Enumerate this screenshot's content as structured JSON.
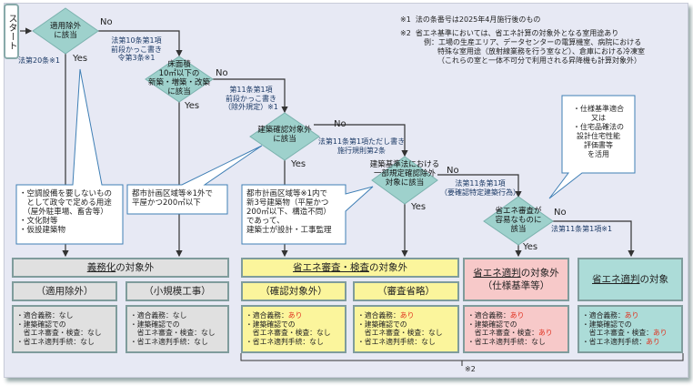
{
  "start": {
    "label": "スタート"
  },
  "notes": {
    "n1_mark": "※1",
    "n1_text": "法の条番号は2025年4月施行後のもの",
    "n2_mark": "※2",
    "n2_lines": [
      "省エネ基準においては、省エネ計算の対象外となる室用途あり",
      "例：工場の生産エリア、データセンターの電算機室、病院における",
      "特殊な室用途（放射線業務を行う室など）、倉庫における冷凍室",
      "（これらの室と一体不可分で利用される昇降機も計算対象外）"
    ]
  },
  "decisions": [
    {
      "lines": [
        "適用除外",
        "に該当"
      ],
      "yes": "Yes",
      "no": "No",
      "yes_ref": "法第20条※1",
      "no_ref": [
        "法第10条第1項",
        "前段かっこ書き",
        "令第3条※1"
      ]
    },
    {
      "lines": [
        "床面積",
        "10㎡以下の",
        "新築・増築・改築",
        "に該当"
      ],
      "yes": "Yes",
      "no": "No",
      "no_ref": [
        "第11条第1項",
        "前段かっこ書き",
        "（除外規定）※1"
      ]
    },
    {
      "lines": [
        "建築確認対象外",
        "に該当"
      ],
      "yes": "Yes",
      "no": "No",
      "no_ref": [
        "法第11条第1項ただし書き",
        "施行規則第2条"
      ]
    },
    {
      "lines": [
        "建築基準法における",
        "一部規定確認除外",
        "対象に該当"
      ],
      "yes": "Yes",
      "no": "No",
      "no_ref": [
        "法第11条第1項",
        "（要確認特定建築行為）"
      ]
    },
    {
      "lines": [
        "省エネ審査が",
        "容易なものに",
        "該当"
      ],
      "yes": "Yes",
      "no": "No",
      "no_ref": [
        "法第11条第1項※1"
      ]
    }
  ],
  "callouts": [
    {
      "lines": [
        "・空調設備を要しないもの",
        "　として政令で定める用途",
        "　（屋外駐車場、畜舎等）",
        "・文化財等",
        "・仮設建築物"
      ]
    },
    {
      "lines": [
        "都市計画区域等※1外で",
        "平屋かつ200㎡以下"
      ]
    },
    {
      "lines": [
        "都市計画区域等※1内で",
        "新3号建築物（平屋かつ",
        "200㎡以下、構造不問）",
        "であって、",
        "建築士が設計・工事監理"
      ]
    },
    {
      "lines": [
        "・仕様基準適合",
        "又は",
        "・住宅品確法の",
        "設計住宅性能",
        "評価書等",
        "を活用"
      ]
    }
  ],
  "results": {
    "gray_header": {
      "u": "義務化",
      "rest": "の対象外"
    },
    "yellow_header": {
      "u": "省エネ審査・検査",
      "rest": "の対象外"
    },
    "pink_header": {
      "u": "省エネ適判",
      "rest": "の対象外",
      "line2": "（仕様基準等）"
    },
    "teal_header": {
      "u": "省エネ適判",
      "rest": "の対象"
    },
    "sub": [
      "（適用除外）",
      "（小規模工事）",
      "（確認対象外）",
      "（審査省略）"
    ],
    "details": [
      {
        "l1": "・適合義務：",
        "v1": "なし",
        "l2": "・建築確認での",
        "l3": "　省エネ審査・検査：",
        "v3": "なし",
        "l4": "・省エネ適判手続：",
        "v4": "なし"
      },
      {
        "l1": "・適合義務：",
        "v1": "なし",
        "l2": "・建築確認での",
        "l3": "　省エネ審査・検査：",
        "v3": "なし",
        "l4": "・省エネ適判手続：",
        "v4": "なし"
      },
      {
        "l1": "・適合義務：",
        "v1": "あり",
        "l2": "・建築確認での",
        "l3": "　省エネ審査・検査：",
        "v3": "なし",
        "l4": "・省エネ適判手続：",
        "v4": "なし"
      },
      {
        "l1": "・適合義務：",
        "v1": "あり",
        "l2": "・建築確認での",
        "l3": "　省エネ審査・検査：",
        "v3": "なし",
        "l4": "・省エネ適判手続：",
        "v4": "なし"
      },
      {
        "l1": "・適合義務：",
        "v1": "あり",
        "l2": "・建築確認での",
        "l3": "　省エネ審査・検査：",
        "v3": "あり",
        "l4": "・省エネ適判手続：",
        "v4": "なし"
      },
      {
        "l1": "・適合義務：",
        "v1": "あり",
        "l2": "・建築確認での",
        "l3": "　省エネ審査・検査：",
        "v3": "あり",
        "l4": "・省エネ適判手続：",
        "v4": "あり"
      }
    ],
    "bracket_note": "※2"
  },
  "colors": {
    "panel": "#e7e9f4",
    "diamond": "#9ed1cc",
    "line": "#333333",
    "red": "#e0301e"
  }
}
